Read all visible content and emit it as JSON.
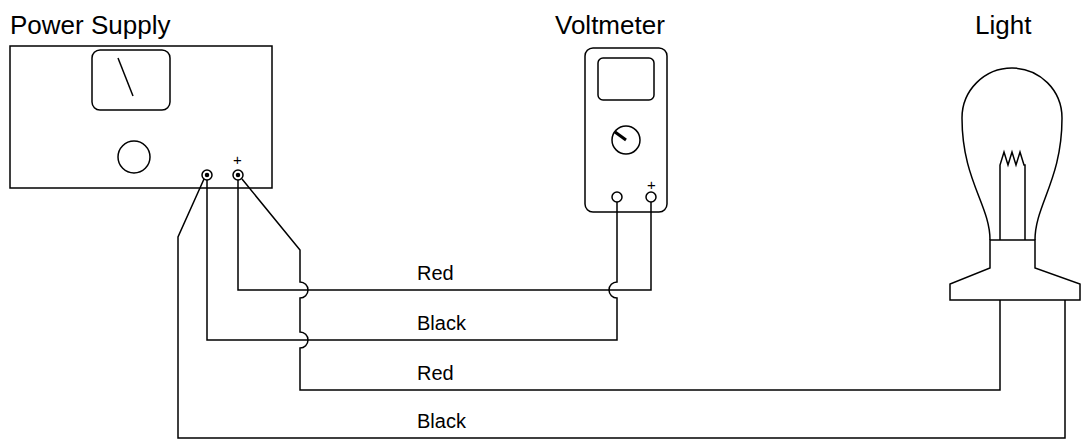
{
  "diagram": {
    "nodes": [
      {
        "text": [
          "Power Supply"
        ]
      },
      {
        "text": [
          "Voltmeter"
        ]
      },
      {
        "text": [
          "Light"
        ]
      }
    ],
    "edges": [
      {
        "from": 0,
        "to": 1,
        "arrow": "none",
        "label": "Red"
      },
      {
        "from": 0,
        "to": 1,
        "arrow": "none",
        "label": "Black"
      },
      {
        "from": 0,
        "to": 2,
        "arrow": "none",
        "label": "Red"
      },
      {
        "from": 0,
        "to": 2,
        "arrow": "none",
        "label": "Black"
      }
    ],
    "labels": [
      "+",
      "+"
    ]
  }
}
